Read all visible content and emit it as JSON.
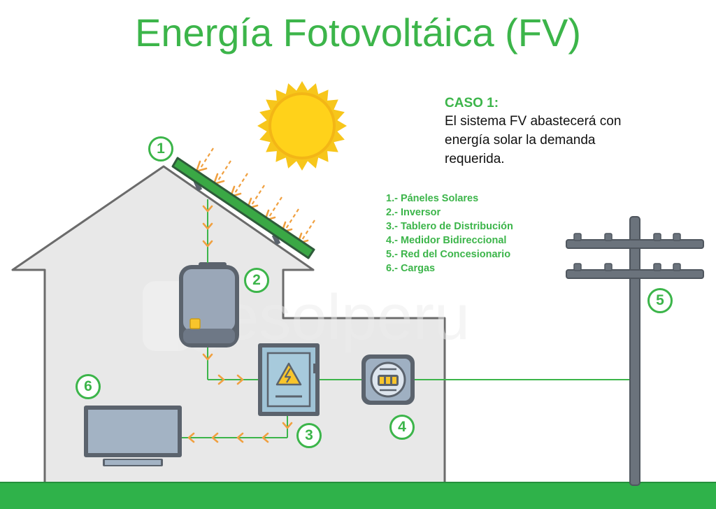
{
  "title": "Energía Fotovoltáica (FV)",
  "case": {
    "heading": "CASO 1:",
    "lines": [
      "El sistema FV abastecerá con",
      "energía solar la demanda",
      "requerida."
    ]
  },
  "legend": [
    "1.- Páneles Solares",
    "2.- Inversor",
    "3.- Tablero de Distribución",
    "4.- Medidor Bidireccional",
    "5.- Red del Concesionario",
    "6.- Cargas"
  ],
  "badges": [
    "1",
    "2",
    "3",
    "4",
    "5",
    "6"
  ],
  "watermark": "gesolperu",
  "colors": {
    "green": "#3cb54a",
    "arrow": "#f0a040",
    "sun_core": "#ffd21a",
    "sun_rays": "#f7c61b",
    "wall": "#e8e8e8",
    "outline": "#5b636d",
    "ground": "#2fb24a"
  },
  "icons": [
    "sun-icon",
    "solar-panel-icon",
    "inverter-icon",
    "breaker-box-icon",
    "meter-icon",
    "utility-pole-icon",
    "tv-icon"
  ]
}
